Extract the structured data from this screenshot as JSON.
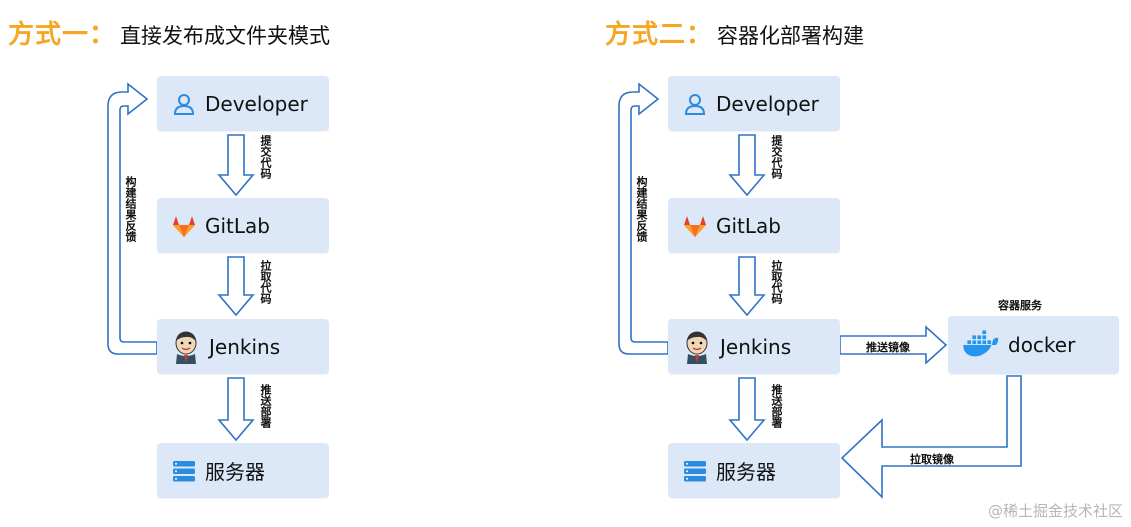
{
  "left": {
    "heading_lead": "方式一：",
    "heading_sub": "直接发布成文件夹模式",
    "nodes": {
      "developer": "Developer",
      "gitlab": "GitLab",
      "jenkins": "Jenkins",
      "server": "服务器"
    },
    "edges": {
      "commit": "提交代码",
      "pull": "拉取代码",
      "deploy": "推送部署",
      "feedback": "构建结果反馈"
    }
  },
  "right": {
    "heading_lead": "方式二：",
    "heading_sub": "容器化部署构建",
    "nodes": {
      "developer": "Developer",
      "gitlab": "GitLab",
      "jenkins": "Jenkins",
      "server": "服务器",
      "docker": "docker"
    },
    "docker_group": "容器服务",
    "edges": {
      "commit": "提交代码",
      "pull": "拉取代码",
      "deploy": "推送部署",
      "feedback": "构建结果反馈",
      "push_image": "推送镜像",
      "pull_image": "拉取镜像"
    }
  },
  "watermark": "@稀土掘金技术社区",
  "colors": {
    "heading": "#f5a623",
    "box": "#dce8f7",
    "arrow": "#2f73c7",
    "icon_blue": "#2b8be0"
  },
  "icons": [
    "user-icon",
    "gitlab-icon",
    "jenkins-icon",
    "server-icon",
    "docker-icon"
  ]
}
